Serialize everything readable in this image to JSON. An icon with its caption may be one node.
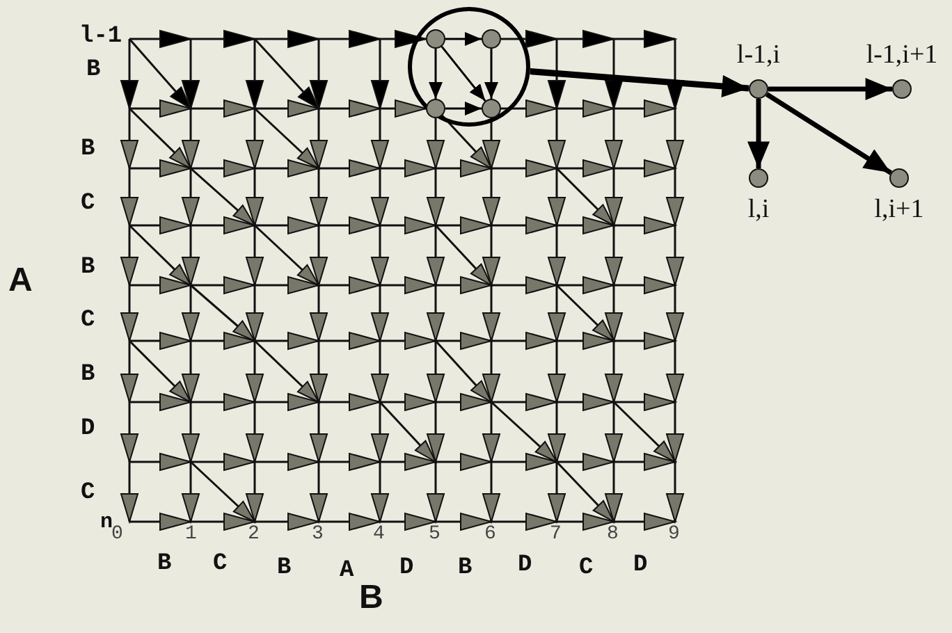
{
  "diagram": {
    "nodes": [
      {
        "text": [],
        "shape": "circle"
      },
      {
        "text": [],
        "shape": "circle",
        "in": 0
      },
      {
        "text": [],
        "shape": "circle",
        "in": 0
      },
      {
        "text": [],
        "shape": "circle",
        "in": 0
      },
      {
        "text": [],
        "shape": "circle",
        "in": 0
      },
      {
        "text": [
          "l-1,i"
        ]
      },
      {
        "text": [
          "l-1,i+1"
        ]
      },
      {
        "text": [
          "l,i"
        ]
      },
      {
        "text": [
          "l,i+1"
        ]
      }
    ],
    "edges": [
      {
        "from": 0,
        "to": 5,
        "arrow": "to",
        "style": "thick"
      },
      {
        "from": 5,
        "to": 6,
        "arrow": "to",
        "style": "thick"
      },
      {
        "from": 5,
        "to": 7,
        "arrow": "to",
        "style": "thick"
      },
      {
        "from": 5,
        "to": 8,
        "arrow": "to",
        "style": "thick"
      },
      {
        "from": 1,
        "to": 2,
        "arrow": "to"
      },
      {
        "from": 1,
        "to": 3,
        "arrow": "to"
      },
      {
        "from": 2,
        "to": 4,
        "arrow": "to"
      },
      {
        "from": 1,
        "to": 4,
        "arrow": "to"
      },
      {
        "from": 3,
        "to": 4,
        "arrow": "to"
      }
    ],
    "labels": [
      "l-1",
      "B",
      "B",
      "C",
      "B",
      "C",
      "B",
      "D",
      "C",
      "n",
      "A",
      "0",
      "1",
      "2",
      "3",
      "4",
      "5",
      "6",
      "7",
      "8",
      "9",
      "B",
      "C",
      "B",
      "A",
      "D",
      "B",
      "D",
      "C",
      "D",
      "B"
    ]
  }
}
